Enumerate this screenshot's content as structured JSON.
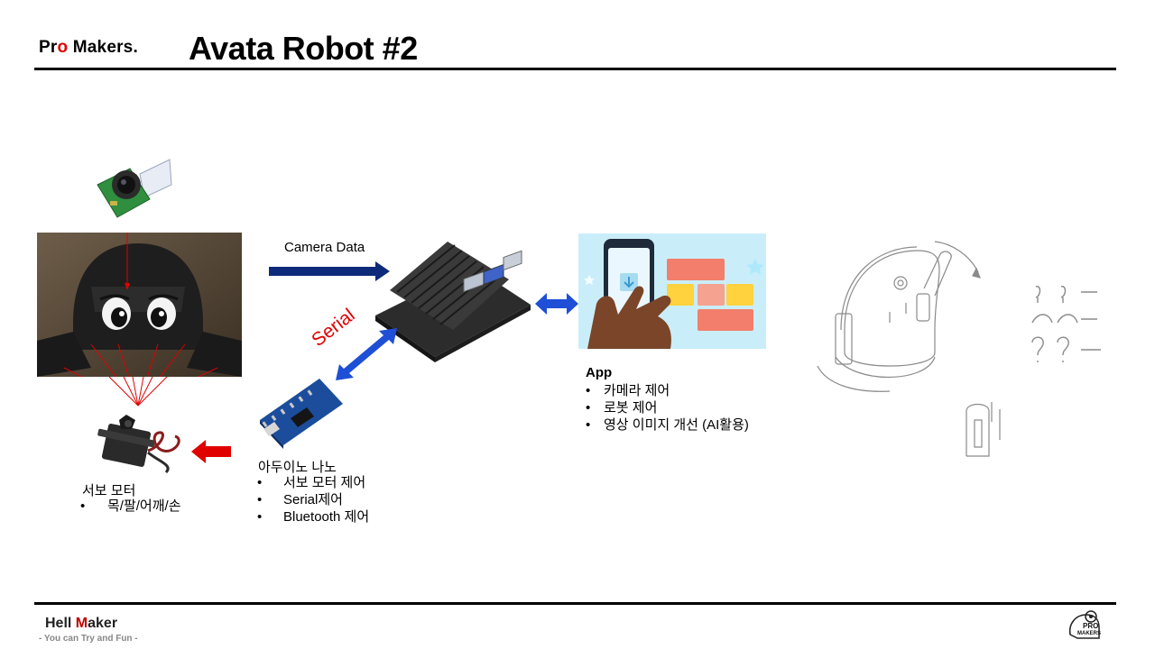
{
  "header": {
    "brand_prefix": "Pr",
    "brand_o": "o",
    "brand_suffix": " Makers.",
    "title": "Avata Robot #2"
  },
  "diagram": {
    "camera_data_label": "Camera Data",
    "serial_label": "Serial",
    "servo": {
      "title": "서보 모터",
      "items": [
        "목/팔/어깨/손"
      ]
    },
    "arduino": {
      "title": "아두이노 나노",
      "items": [
        "서보 모터 제어",
        "Serial제어",
        "Bluetooth 제어"
      ]
    },
    "app": {
      "title": "App",
      "items": [
        "카메라 제어",
        "로봇 제어",
        "영상 이미지 개선 (AI활용)"
      ]
    },
    "colors": {
      "camera_arrow": "#0d2a7a",
      "serial_arrow": "#1f4fd6",
      "serial_text": "#e00000",
      "red_arrow": "#e00000",
      "bt_arrow": "#1f4fd6"
    }
  },
  "footer": {
    "brand_prefix": "Hell ",
    "brand_m": "M",
    "brand_suffix": "aker",
    "tagline": "- You can Try and Fun -",
    "logo_text_top": "PRO",
    "logo_text_bottom": "MAKERS"
  }
}
